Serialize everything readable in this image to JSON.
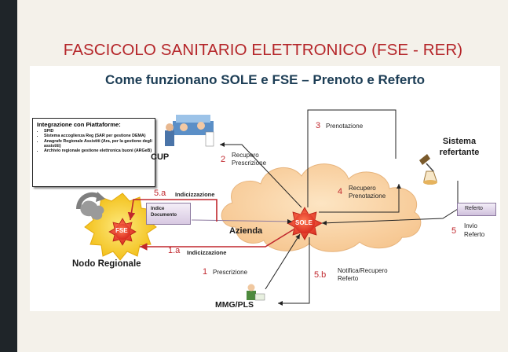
{
  "slide_title": "FASCICOLO SANITARIO ELETTRONICO (FSE - RER)",
  "panel_title": "Come funzionano SOLE e FSE – Prenoto e Referto",
  "integration_box": {
    "title": "Integrazione con Piattaforme:",
    "items": [
      "SPID",
      "Sistema accoglienza Reg (SAR per gestione DEMA)",
      "Anagrafe Regionale Assistiti (Ara, per la gestione degli assistiti)",
      "Archivio regionale gestione elettronica buoni (ARGeB)"
    ]
  },
  "nodes": {
    "cup": "CUP",
    "fse": "FSE",
    "sole": "SOLE",
    "nodo_regionale": "Nodo Regionale",
    "azienda": "Azienda",
    "mmg": "MMG/PLS",
    "sistema_refertante": "Sistema refertante"
  },
  "documents": {
    "indice_documento": "Indice Documento",
    "referto": "Referto"
  },
  "steps": {
    "s1": {
      "num": "1",
      "label": "Prescrizione"
    },
    "s1a": {
      "num": "1.a",
      "label": "Indicizzazione"
    },
    "s2": {
      "num": "2",
      "label": "Recupero Prescrizione"
    },
    "s3": {
      "num": "3",
      "label": "Prenotazione"
    },
    "s4": {
      "num": "4",
      "label": "Recupero Prenotazione"
    },
    "s5": {
      "num": "5",
      "label": "Invio Referto"
    },
    "s5a": {
      "num": "5.a",
      "label": "Indicizzazione"
    },
    "s5b": {
      "num": "5.b",
      "label": "Notifica/Recupero Referto"
    }
  },
  "colors": {
    "accent_title": "#b5262a",
    "panel_title": "#1c3d55",
    "cloud": "#fbd8a8",
    "sun": "#f4c518",
    "sole_core": "#e8382c",
    "arrow_red": "#c0272d",
    "arrow_black": "#222222"
  }
}
